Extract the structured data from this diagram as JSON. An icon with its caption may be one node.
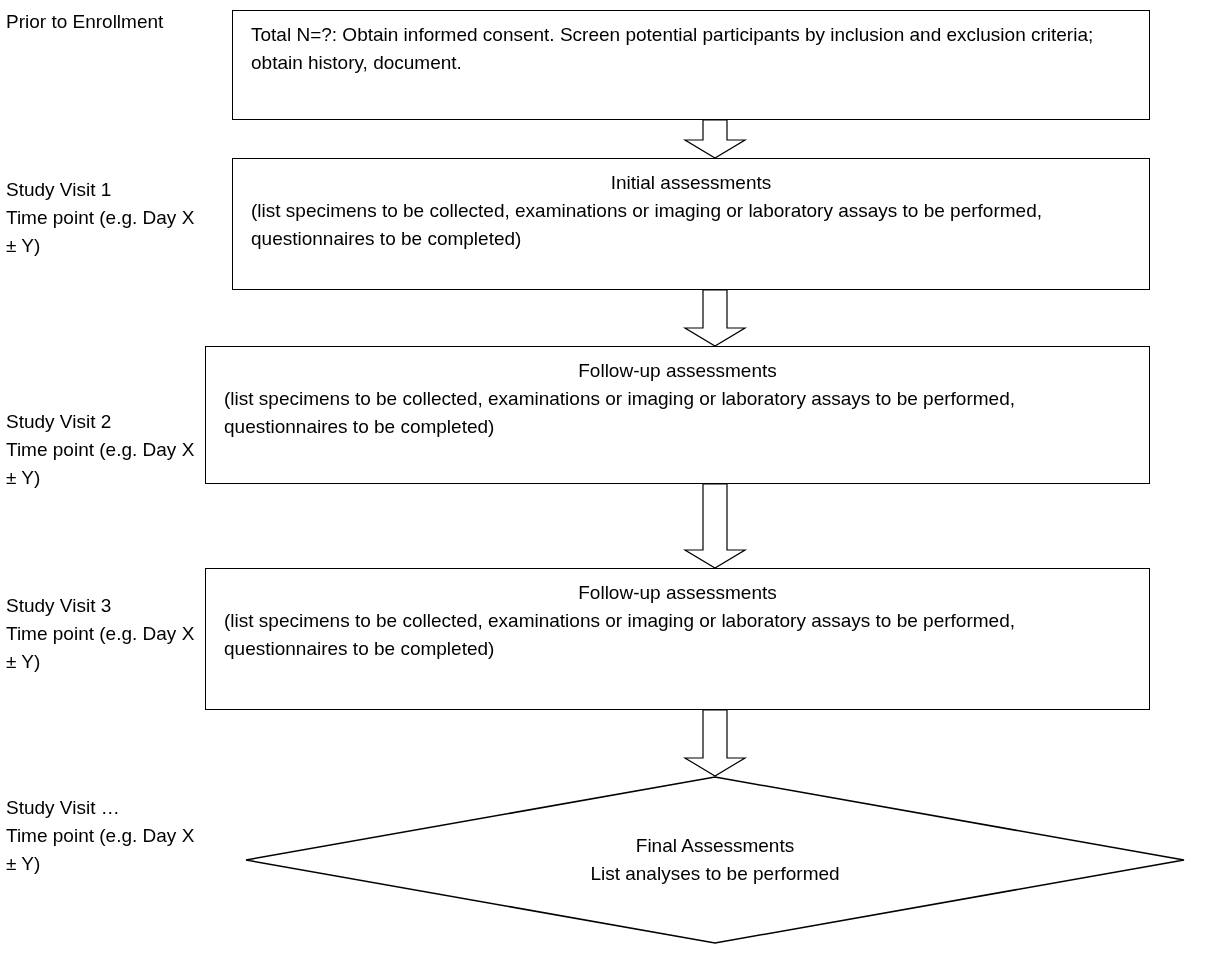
{
  "diagram": {
    "nodes": [
      {
        "text": [
          "Total N=?:  Obtain informed consent. Screen potential participants by inclusion and exclusion criteria; obtain history, document."
        ],
        "beside": [
          "Prior to Enrollment"
        ]
      },
      {
        "text": [
          "Initial assessments",
          "(list specimens to be collected, examinations or imaging or laboratory assays to be performed, questionnaires to be completed)"
        ],
        "beside": [
          "Study Visit 1",
          "Time point (e.g. Day X ± Y)"
        ]
      },
      {
        "text": [
          "Follow-up assessments",
          "(list specimens to be collected, examinations or imaging or laboratory assays to be performed, questionnaires to be completed)"
        ],
        "beside": [
          "Study Visit 2",
          "Time point (e.g. Day X ± Y)"
        ]
      },
      {
        "text": [
          "Follow-up assessments",
          "(list specimens to be collected, examinations or imaging or laboratory assays to be performed, questionnaires to be completed)"
        ],
        "beside": [
          "Study Visit 3",
          "Time point (e.g. Day X ± Y)"
        ]
      },
      {
        "text": [
          "Final Assessments",
          "List analyses to be performed"
        ],
        "beside": [
          "Study Visit …",
          "Time point (e.g. Day X ± Y)"
        ]
      }
    ],
    "edges": [
      {
        "from": 0,
        "to": 1,
        "arrow": "to"
      },
      {
        "from": 1,
        "to": 2,
        "arrow": "to"
      },
      {
        "from": 2,
        "to": 3,
        "arrow": "to"
      },
      {
        "from": 3,
        "to": 4,
        "arrow": "to"
      }
    ]
  }
}
